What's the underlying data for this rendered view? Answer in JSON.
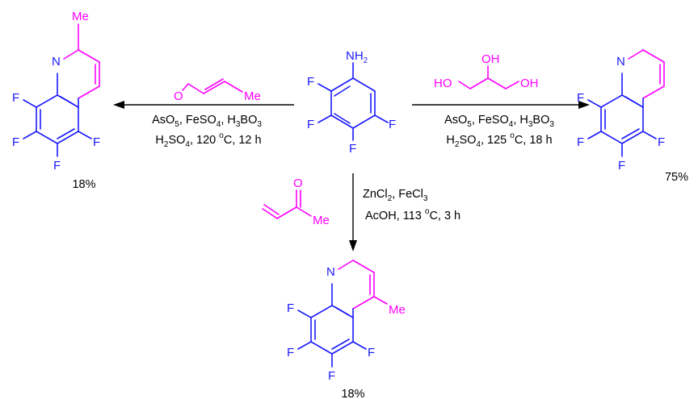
{
  "colors": {
    "scaffold": "#1a1aff",
    "new_atoms": "#ff00ff",
    "text": "#000000"
  },
  "atoms": {
    "F": "F",
    "N": "N",
    "Me": "Me",
    "NH2_main": "NH",
    "NH2_sub": "2",
    "OH": "OH",
    "HO": "HO",
    "O": "O"
  },
  "left_reaction": {
    "line1": {
      "a": "AsO",
      "s1": "5",
      "b": ", FeSO",
      "s2": "4",
      "c": ", H",
      "s3": "3",
      "d": "BO",
      "s4": "3"
    },
    "line2": {
      "a": "H",
      "s1": "2",
      "b": "SO",
      "s2": "4",
      "c": ", 120 ",
      "sup": "o",
      "d": "C, 12 h"
    },
    "yield": "18%"
  },
  "right_reaction": {
    "line1": {
      "a": "AsO",
      "s1": "5",
      "b": ", FeSO",
      "s2": "4",
      "c": ", H",
      "s3": "3",
      "d": "BO",
      "s4": "3"
    },
    "line2": {
      "a": "H",
      "s1": "2",
      "b": "SO",
      "s2": "4",
      "c": ", 125 ",
      "sup": "o",
      "d": "C, 18 h"
    },
    "yield": "75%"
  },
  "bottom_reaction": {
    "line1": {
      "a": "ZnCl",
      "s1": "2",
      "b": ", FeCl",
      "s2": "3"
    },
    "line2": {
      "a": "AcOH, 113 ",
      "sup": "o",
      "b": "C, 3 h"
    },
    "yield": "18%"
  }
}
